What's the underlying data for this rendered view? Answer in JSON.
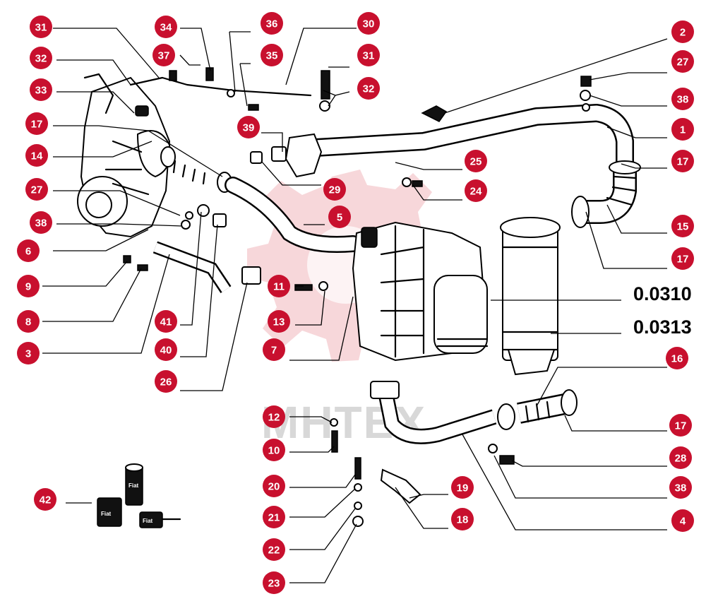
{
  "watermark": {
    "text": "MHTEX",
    "logo": "gear-logo"
  },
  "part_codes": [
    "0.0310",
    "0.0313"
  ],
  "kit_labels": [
    "Fiat",
    "Fiat",
    "Fiat"
  ],
  "callouts": [
    {
      "id": "c31a",
      "label": "31"
    },
    {
      "id": "c32a",
      "label": "32"
    },
    {
      "id": "c33",
      "label": "33"
    },
    {
      "id": "c17a",
      "label": "17"
    },
    {
      "id": "c14",
      "label": "14"
    },
    {
      "id": "c27a",
      "label": "27"
    },
    {
      "id": "c38a",
      "label": "38"
    },
    {
      "id": "c6",
      "label": "6"
    },
    {
      "id": "c9",
      "label": "9"
    },
    {
      "id": "c8",
      "label": "8"
    },
    {
      "id": "c3",
      "label": "3"
    },
    {
      "id": "c34",
      "label": "34"
    },
    {
      "id": "c37",
      "label": "37"
    },
    {
      "id": "c36",
      "label": "36"
    },
    {
      "id": "c35",
      "label": "35"
    },
    {
      "id": "c39",
      "label": "39"
    },
    {
      "id": "c30",
      "label": "30"
    },
    {
      "id": "c31b",
      "label": "31"
    },
    {
      "id": "c32b",
      "label": "32"
    },
    {
      "id": "c2",
      "label": "2"
    },
    {
      "id": "c27b",
      "label": "27"
    },
    {
      "id": "c38b",
      "label": "38"
    },
    {
      "id": "c1",
      "label": "1"
    },
    {
      "id": "c17b",
      "label": "17"
    },
    {
      "id": "c15",
      "label": "15"
    },
    {
      "id": "c17c",
      "label": "17"
    },
    {
      "id": "c25",
      "label": "25"
    },
    {
      "id": "c24",
      "label": "24"
    },
    {
      "id": "c29",
      "label": "29"
    },
    {
      "id": "c5",
      "label": "5"
    },
    {
      "id": "c11",
      "label": "11"
    },
    {
      "id": "c13",
      "label": "13"
    },
    {
      "id": "c7",
      "label": "7"
    },
    {
      "id": "c41",
      "label": "41"
    },
    {
      "id": "c40",
      "label": "40"
    },
    {
      "id": "c26",
      "label": "26"
    },
    {
      "id": "c16",
      "label": "16"
    },
    {
      "id": "c17d",
      "label": "17"
    },
    {
      "id": "c28",
      "label": "28"
    },
    {
      "id": "c38c",
      "label": "38"
    },
    {
      "id": "c4",
      "label": "4"
    },
    {
      "id": "c12",
      "label": "12"
    },
    {
      "id": "c10",
      "label": "10"
    },
    {
      "id": "c20",
      "label": "20"
    },
    {
      "id": "c19",
      "label": "19"
    },
    {
      "id": "c21",
      "label": "21"
    },
    {
      "id": "c18",
      "label": "18"
    },
    {
      "id": "c22",
      "label": "22"
    },
    {
      "id": "c23",
      "label": "23"
    },
    {
      "id": "c42",
      "label": "42"
    }
  ]
}
